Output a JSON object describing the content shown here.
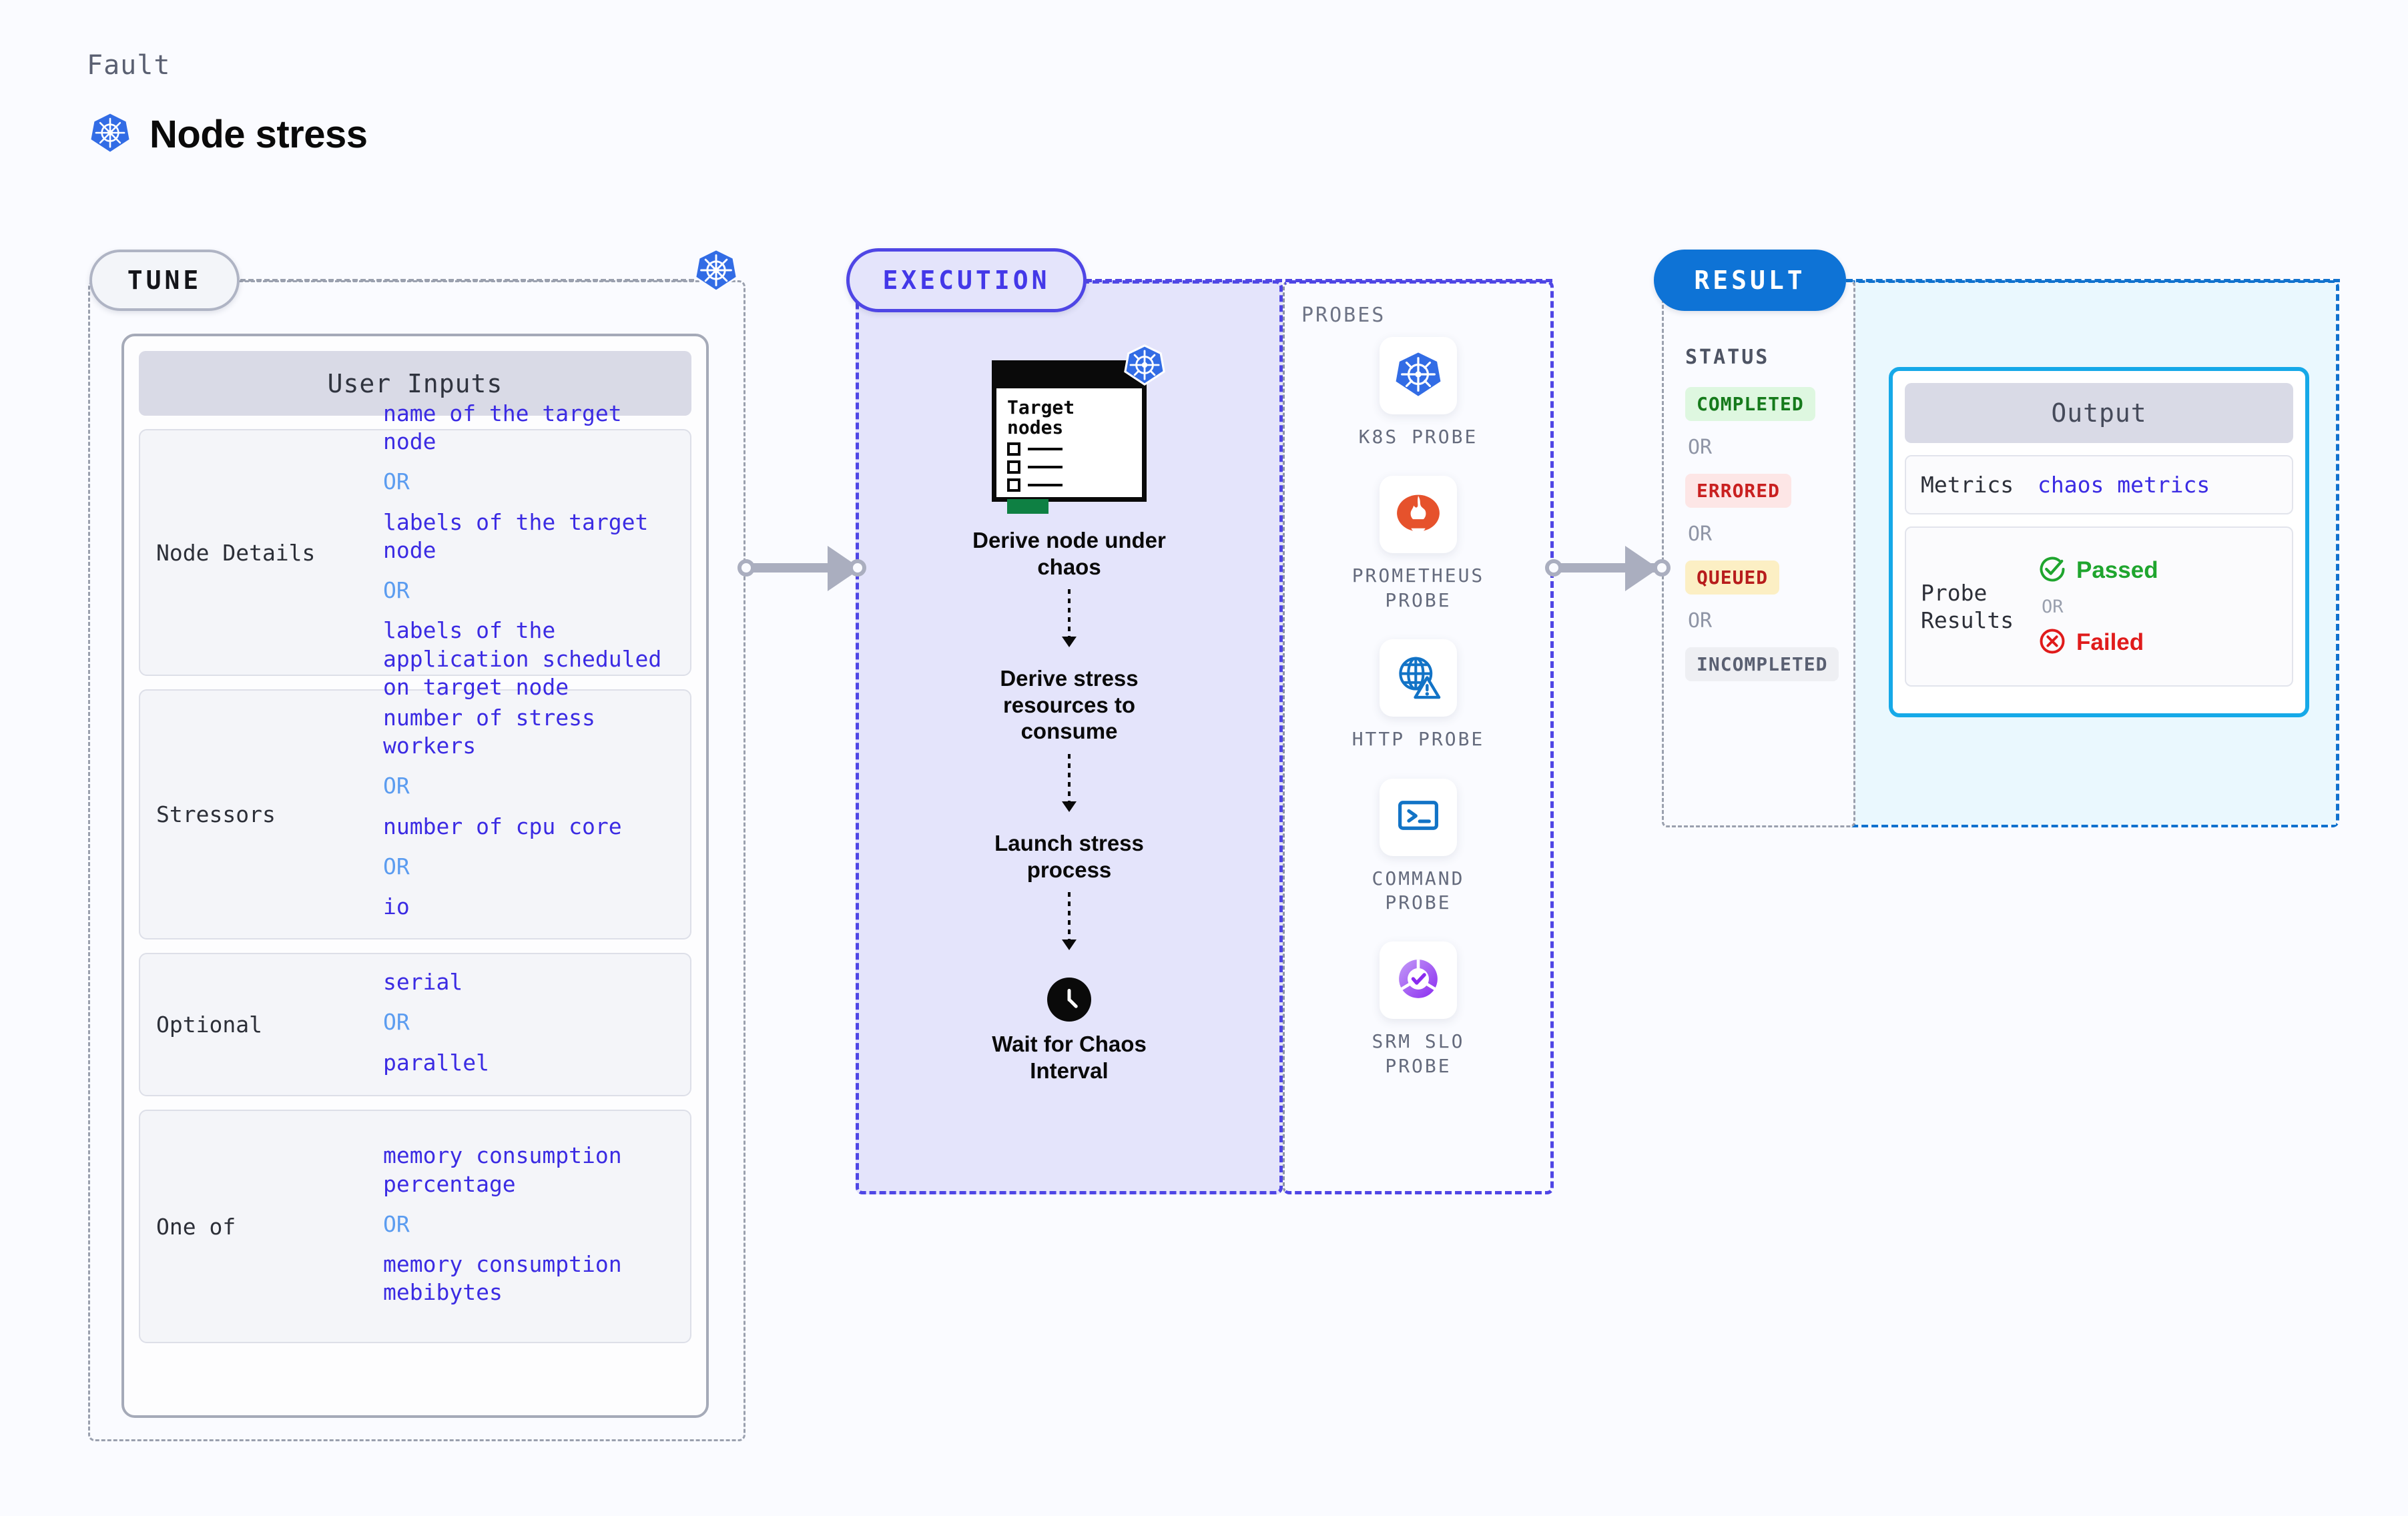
{
  "header": {
    "kicker": "Fault",
    "title": "Node stress",
    "icon": "kubernetes-icon"
  },
  "stages": {
    "tune": {
      "badge": "TUNE"
    },
    "execution": {
      "badge": "EXECUTION"
    },
    "result": {
      "badge": "RESULT"
    }
  },
  "tune": {
    "card_title": "User Inputs",
    "groups": [
      {
        "label": "Node Details",
        "items": [
          {
            "kind": "value",
            "text": "name of the target node"
          },
          {
            "kind": "or",
            "text": "OR"
          },
          {
            "kind": "value",
            "text": "labels of the target node"
          },
          {
            "kind": "or",
            "text": "OR"
          },
          {
            "kind": "value",
            "text": "labels of the application scheduled on target node"
          }
        ]
      },
      {
        "label": "Stressors",
        "items": [
          {
            "kind": "value",
            "text": "number of stress workers"
          },
          {
            "kind": "or",
            "text": "OR"
          },
          {
            "kind": "value",
            "text": "number of cpu core"
          },
          {
            "kind": "or",
            "text": "OR"
          },
          {
            "kind": "value",
            "text": "io"
          }
        ]
      },
      {
        "label": "Optional",
        "items": [
          {
            "kind": "value",
            "text": "serial"
          },
          {
            "kind": "or",
            "text": "OR"
          },
          {
            "kind": "value",
            "text": "parallel"
          }
        ]
      },
      {
        "label": "One of",
        "items": [
          {
            "kind": "value",
            "text": "memory consumption percentage"
          },
          {
            "kind": "or",
            "text": "OR"
          },
          {
            "kind": "value",
            "text": "memory consumption mebibytes"
          }
        ]
      }
    ]
  },
  "execution": {
    "target_card": {
      "title_line1": "Target",
      "title_line2": "nodes",
      "icon": "kubernetes-icon"
    },
    "steps": [
      {
        "label": "Derive node under chaos"
      },
      {
        "label": "Derive stress resources to consume"
      },
      {
        "label": "Launch stress process"
      },
      {
        "label": "Wait for Chaos Interval",
        "icon": "clock-icon"
      }
    ]
  },
  "probes": {
    "title": "PROBES",
    "items": [
      {
        "name": "K8S PROBE",
        "icon": "kubernetes-icon"
      },
      {
        "name": "PROMETHEUS PROBE",
        "icon": "prometheus-flame-icon"
      },
      {
        "name": "HTTP PROBE",
        "icon": "globe-warning-icon"
      },
      {
        "name": "COMMAND PROBE",
        "icon": "terminal-icon"
      },
      {
        "name": "SRM SLO PROBE",
        "icon": "slo-donut-check-icon"
      }
    ]
  },
  "result": {
    "status_title": "STATUS",
    "statuses": [
      {
        "label": "COMPLETED",
        "kind": "completed"
      },
      {
        "label": "OR",
        "kind": "or"
      },
      {
        "label": "ERRORED",
        "kind": "errored"
      },
      {
        "label": "OR",
        "kind": "or"
      },
      {
        "label": "QUEUED",
        "kind": "queued"
      },
      {
        "label": "OR",
        "kind": "or"
      },
      {
        "label": "INCOMPLETED",
        "kind": "incompleted"
      }
    ],
    "output": {
      "title": "Output",
      "metrics_label": "Metrics",
      "metrics_value": "chaos metrics",
      "probe_results_label": "Probe Results",
      "passed": "Passed",
      "or": "OR",
      "failed": "Failed"
    }
  },
  "colors": {
    "background": "#FAFBFF",
    "tune_border": "#9AA0AE",
    "execution_accent": "#4F46E5",
    "execution_fill": "#E4E4FB",
    "result_accent": "#1072CE",
    "result_fill": "#EAF8FE",
    "output_border": "#16A9E8",
    "value_text": "#3B2BE3",
    "or_text": "#5B9CF0",
    "passed": "#1FA52E",
    "failed": "#E01B1B",
    "kubernetes_blue": "#326CE5"
  }
}
